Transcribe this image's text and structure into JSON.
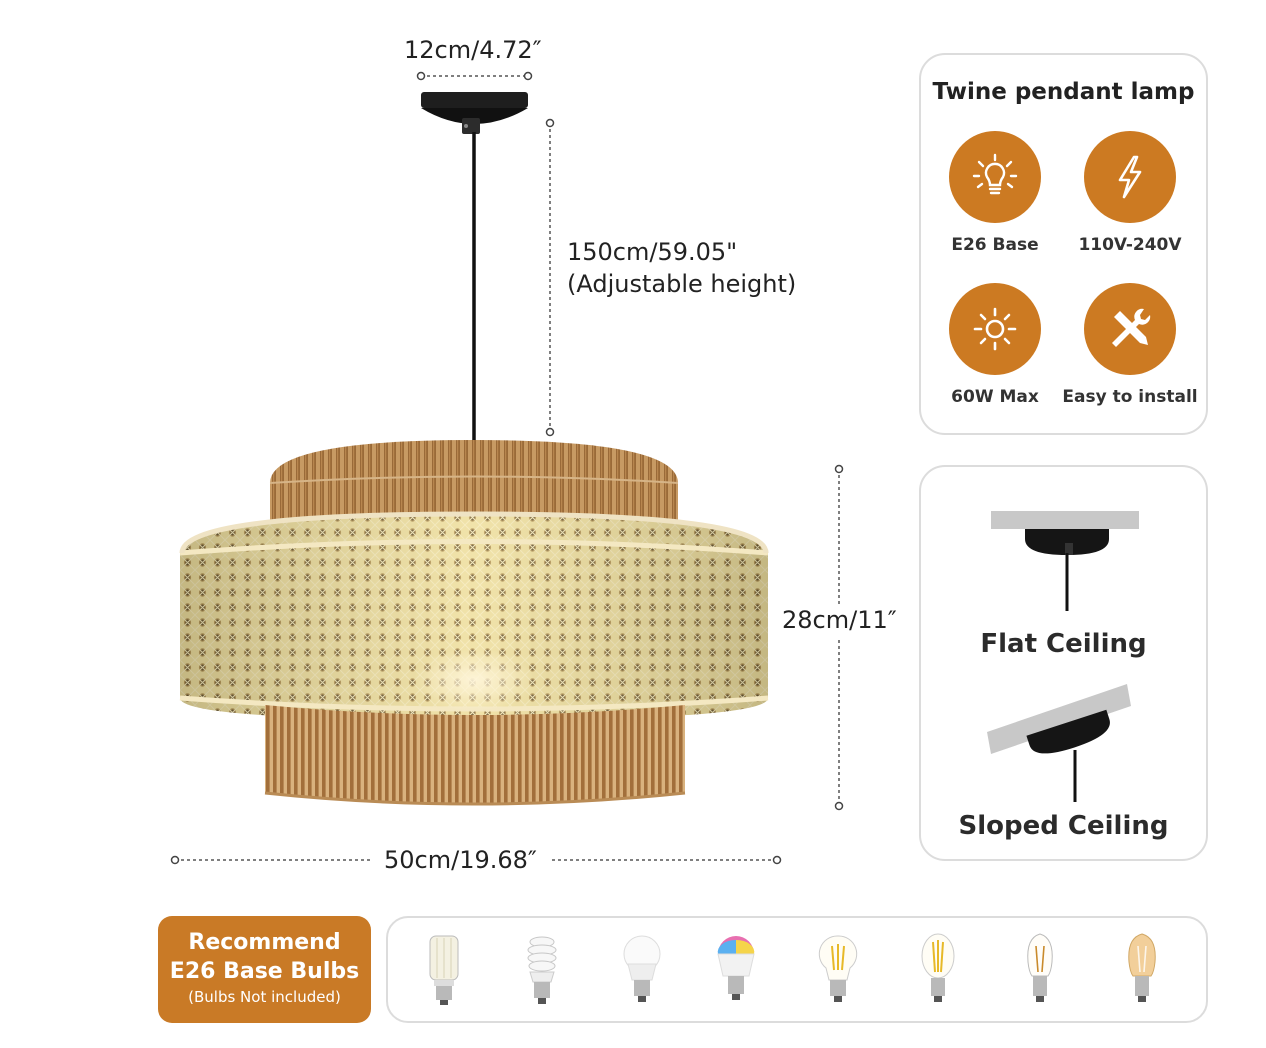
{
  "dimensions": {
    "canopy_width": "12cm/4.72″",
    "cord_length": "150cm/59.05\"",
    "cord_note": "(Adjustable height)",
    "shade_height": "28cm/11″",
    "shade_width": "50cm/19.68″"
  },
  "features": {
    "title": "Twine pendant lamp",
    "items": [
      {
        "icon": "bulb-icon",
        "label": "E26 Base"
      },
      {
        "icon": "lightning-icon",
        "label": "110V-240V"
      },
      {
        "icon": "sun-icon",
        "label": "60W Max"
      },
      {
        "icon": "tools-icon",
        "label": "Easy to install"
      }
    ]
  },
  "ceilings": {
    "flat": "Flat Ceiling",
    "sloped": "Sloped Ceiling"
  },
  "recommend": {
    "line1": "Recommend",
    "line2": "E26 Base Bulbs",
    "note": "(Bulbs Not included)"
  },
  "bulbs": [
    {
      "icon": "led-corn-bulb-icon"
    },
    {
      "icon": "spiral-cfl-bulb-icon"
    },
    {
      "icon": "led-a19-bulb-icon"
    },
    {
      "icon": "smart-rgb-bulb-icon"
    },
    {
      "icon": "filament-a-bulb-icon"
    },
    {
      "icon": "filament-g-bulb-icon"
    },
    {
      "icon": "filament-st-bulb-icon"
    },
    {
      "icon": "amber-edison-bulb-icon"
    }
  ],
  "colors": {
    "accent": "#cc7a22",
    "twine": "#a8743f",
    "rattan": "#e8d69a",
    "panel_border": "#dcdcdc"
  }
}
